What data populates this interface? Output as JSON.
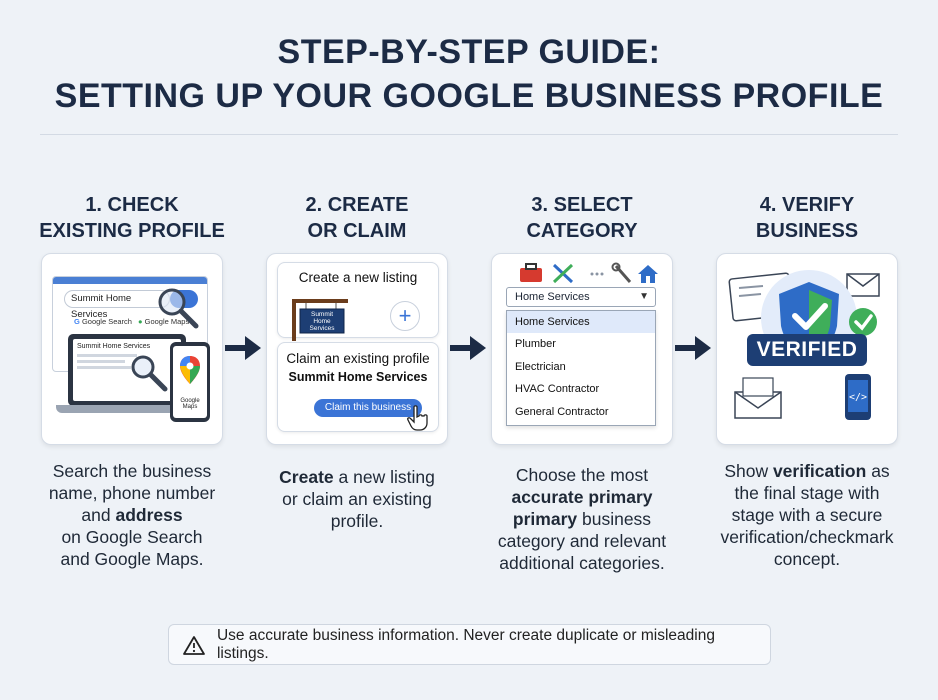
{
  "title": {
    "line1": "STEP-BY-STEP GUIDE:",
    "line2": "SETTING UP YOUR GOOGLE BUSINESS PROFILE"
  },
  "steps": [
    {
      "title_line1": "1. CHECK",
      "title_line2": "EXISTING PROFILE",
      "desc": {
        "l1": "Search the business",
        "l2": "name, phone number",
        "l3_plain": "and ",
        "l3_bold": "address",
        "l4": "on Google Search",
        "l5": "and Google Maps."
      },
      "card": {
        "search_text": "Summit Home Services",
        "google_search": "Google Search",
        "google_maps": "Google Maps",
        "laptop_result": "Summit Home Services",
        "phone_label": "Google Maps"
      }
    },
    {
      "title_line1": "2. CREATE",
      "title_line2": "OR CLAIM",
      "desc": {
        "l1_bold": "Create",
        "l1_plain": " a new listing",
        "l2": "or claim an existing",
        "l3": "profile."
      },
      "card": {
        "create_label": "Create a new listing",
        "sign_text": "Summit Home Services",
        "claim_label": "Claim an existing profile",
        "business_name": "Summit Home Services",
        "claim_button": "Claim this business"
      }
    },
    {
      "title_line1": "3. SELECT",
      "title_line2": "CATEGORY",
      "desc": {
        "l1": "Choose the most",
        "l2_bold": "accurate primary",
        "l3_bold": "primary",
        "l3_plain": " business",
        "l4": "category and relevant",
        "l5": "additional categories."
      },
      "card": {
        "selected": "Home Services",
        "options": [
          "Home Services",
          "Plumber",
          "Electrician",
          "HVAC Contractor",
          "General Contractor"
        ]
      }
    },
    {
      "title_line1": "4. VERIFY",
      "title_line2": "BUSINESS",
      "desc": {
        "l1_plain": "Show ",
        "l1_bold": "verification",
        "l1_tail": " as",
        "l2": "the final stage with",
        "l3": "stage with a secure",
        "l4": "verification/checkmark",
        "l5": "concept."
      },
      "card": {
        "badge": "VERIFIED"
      }
    }
  ],
  "note": "Use accurate business information. Never create duplicate or misleading listings.",
  "colors": {
    "navy": "#1c2b45",
    "accent_blue": "#3b74d6",
    "shield_green": "#3fae5a",
    "badge_navy": "#1d3e74"
  }
}
